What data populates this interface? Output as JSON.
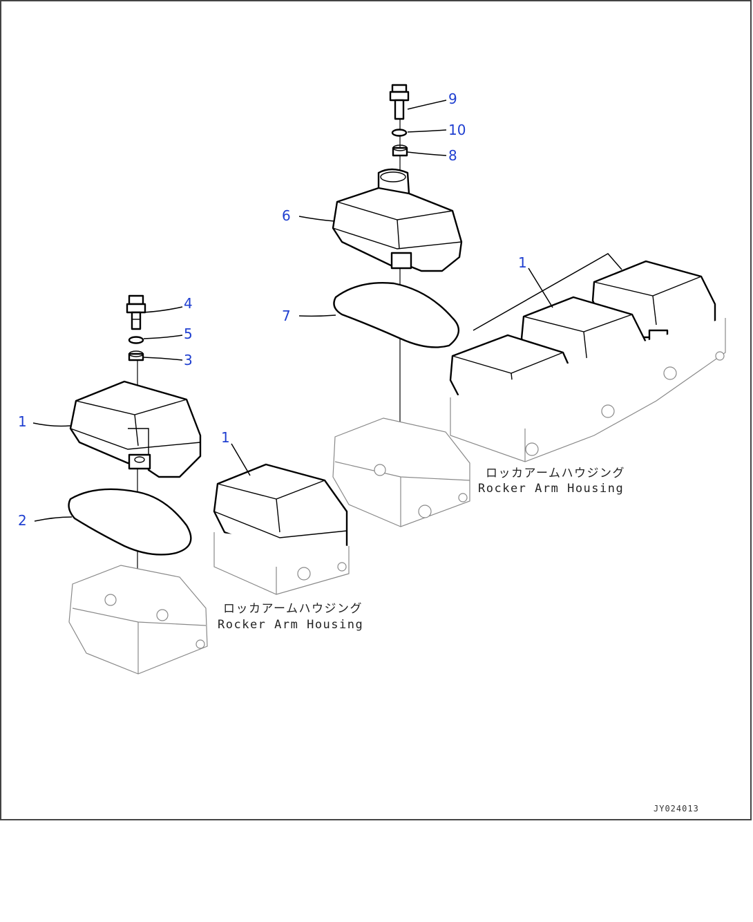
{
  "callouts": {
    "c1_left": "1",
    "c2": "2",
    "c3": "3",
    "c4": "4",
    "c5": "5",
    "c1_mid": "1",
    "c6": "6",
    "c7": "7",
    "c8": "8",
    "c9": "9",
    "c10": "10",
    "c1_right": "1"
  },
  "captions": {
    "mid_jp": "ロッカアームハウジング",
    "mid_en": "Rocker Arm Housing",
    "right_jp": "ロッカアームハウジング",
    "right_en": "Rocker Arm Housing"
  },
  "drawing_code": "JY024013",
  "colors": {
    "callout": "#1f3fd0",
    "line": "#000000",
    "ghost": "#888888"
  }
}
